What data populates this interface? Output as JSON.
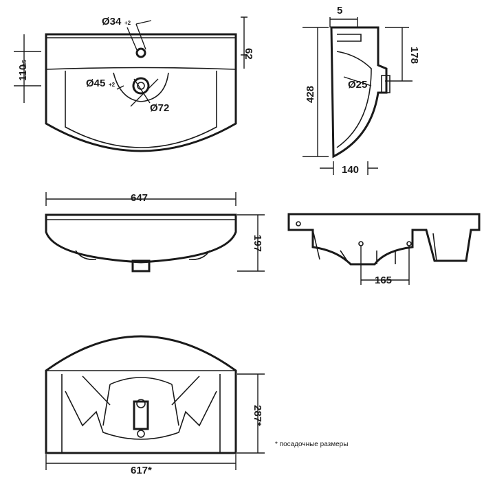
{
  "top_view": {
    "hole_tap": "Ø34",
    "hole_tap_tol": "+2",
    "overflow": "Ø45",
    "overflow_tol": "+2",
    "drain": "Ø72",
    "depth_front": "110",
    "depth_front_tol": "±5",
    "rim": "62"
  },
  "side_view": {
    "top": "5",
    "height": "428",
    "drain_height": "178",
    "drain": "Ø25",
    "depth": "140"
  },
  "front_view": {
    "width": "647",
    "height": "197"
  },
  "back_view": {
    "mount_spacing": "165"
  },
  "bottom_view": {
    "width": "617*",
    "depth": "287*"
  },
  "footnote": "* посадочные размеры"
}
